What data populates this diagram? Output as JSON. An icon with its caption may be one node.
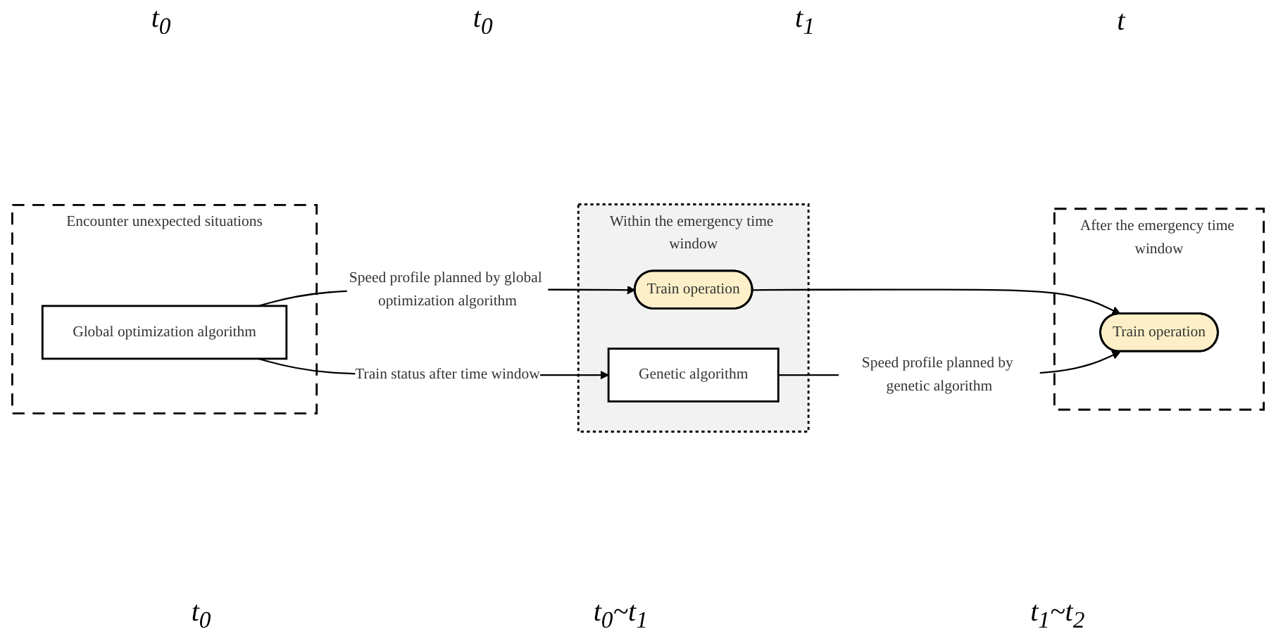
{
  "diagram": {
    "nodes": [
      {
        "text": [
          "Encounter unexpected situations"
        ]
      },
      {
        "text": [
          "Global optimization algorithm"
        ],
        "in": 0
      },
      {
        "text": [
          "Within the emergency time window"
        ]
      },
      {
        "text": [
          "Train operation"
        ],
        "in": 2
      },
      {
        "text": [
          "Genetic algorithm"
        ],
        "in": 2
      },
      {
        "text": [
          "After the emergency time window"
        ]
      },
      {
        "text": [
          "Train operation"
        ],
        "in": 5
      }
    ],
    "edges": [
      {
        "from": 1,
        "to": 3,
        "arrow": "to",
        "label": "Speed profile planned by global optimization algorithm"
      },
      {
        "from": 1,
        "to": 4,
        "arrow": "to",
        "label": "Train status after time window"
      },
      {
        "from": 3,
        "to": 6,
        "arrow": "to"
      },
      {
        "from": 4,
        "to": 6,
        "arrow": "to",
        "label": "Speed profile planned by genetic algorithm"
      }
    ],
    "labels": [
      "t$_{0}$",
      "t$_{0}$",
      "t$_{1}$",
      "t",
      "t$_{0}$",
      "t$_{0}$~t$_{1}$",
      "t$_{1}$~t$_{2}$"
    ]
  }
}
